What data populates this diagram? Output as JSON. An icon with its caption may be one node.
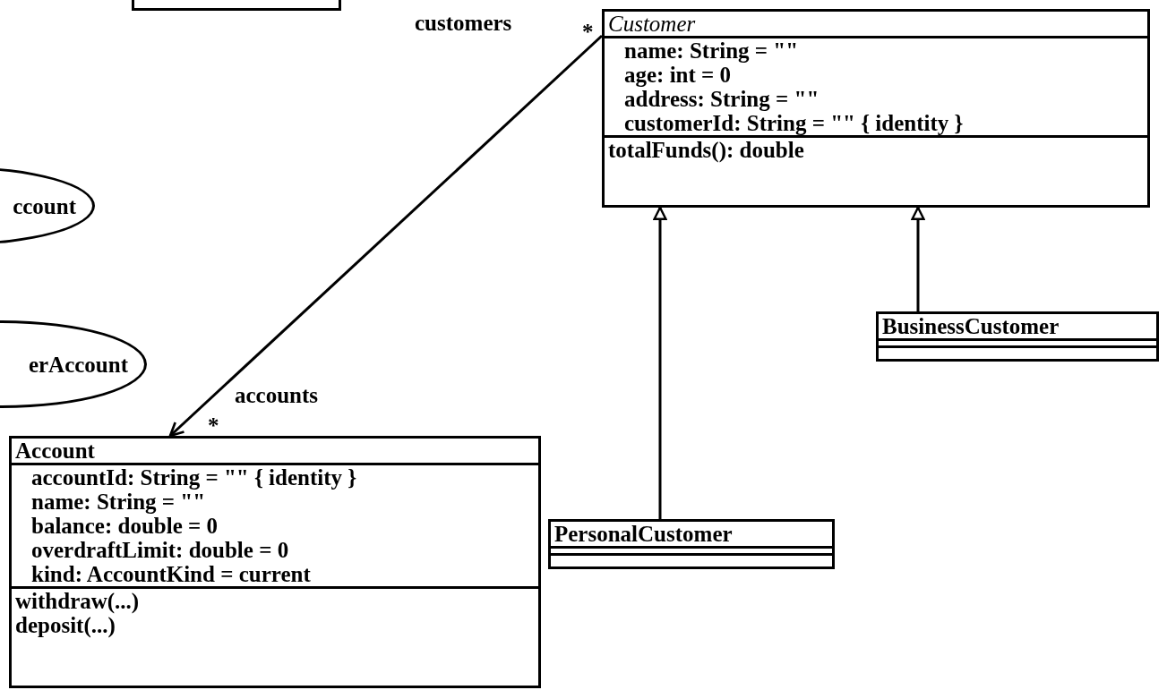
{
  "diagram": {
    "nodes": [
      {
        "text": [],
        "shape": "box"
      },
      {
        "text": [
          "ccount"
        ]
      },
      {
        "text": [
          "erAccount"
        ]
      },
      {
        "text": [
          "Customer",
          "name: String = \"\"",
          "age: int = 0",
          "address: String = \"\"",
          "customerId: String = \"\" { identity }",
          "totalFunds(): double"
        ]
      },
      {
        "text": [
          "BusinessCustomer"
        ]
      },
      {
        "text": [
          "Account",
          "accountId: String = \"\" { identity }",
          "name: String = \"\"",
          "balance: double = 0",
          "overdraftLimit: double = 0",
          "kind: AccountKind = current",
          "withdraw(...)",
          "deposit(...)"
        ]
      },
      {
        "text": [
          "PersonalCustomer"
        ]
      }
    ],
    "edges": [
      {
        "from": 3,
        "to": 5,
        "arrow": "to"
      },
      {
        "from": 6,
        "to": 3,
        "arrow": "to"
      },
      {
        "from": 4,
        "to": 3,
        "arrow": "to"
      }
    ],
    "labels": [
      "customers",
      "*",
      "accounts",
      "*"
    ]
  }
}
